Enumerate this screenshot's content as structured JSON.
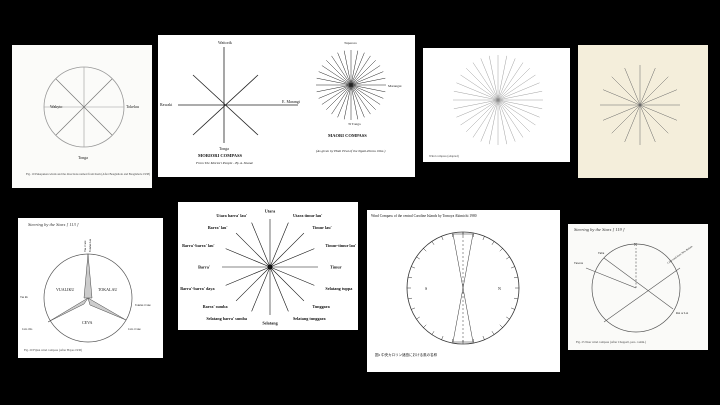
{
  "slide": {
    "panels": [
      {
        "id": "polynesian",
        "caption": "Fig. 10 Pukapukan winds and the directions named from them (After Beaglehole and Beaglehole 1938)",
        "labels": [
          "Tokelau",
          "Wakyto",
          "Tonga"
        ]
      },
      {
        "id": "moriori",
        "left_title": "MORIORI COMPASS",
        "left_subtitle": "From The Moriori People - By A. Shand.",
        "right_title": "MAORI COMPASS",
        "right_subtitle": "(As given by Hoki Tirai of the Ngati-Porou tribe.)",
        "labels": [
          "Waitorik",
          "Tonga",
          "Rawaki",
          "E. Marangi",
          "Tuparoro",
          "Ti Tonga",
          "Marangai"
        ]
      },
      {
        "id": "starburst",
        "caption": "Wind compass (adapted)"
      },
      {
        "id": "cream-compass"
      },
      {
        "id": "fijian",
        "header": "Steering by the Stars  [ 113 ]",
        "caption": "Fig. 20 Fijian wind compass (After Hayes 1930)",
        "sectors": [
          "VUALIKU",
          "TOKALAU",
          "CEVA"
        ],
        "labels": [
          "Vua i Cake",
          "Tokalau Lau",
          "Vua Ra",
          "Tokalau i Cake",
          "Ceva i Ra",
          "Ceva i Cake"
        ]
      },
      {
        "id": "malay",
        "labels": [
          "Utara",
          "Utara timur lau'",
          "Timur lau'",
          "Timur-timur lau'",
          "Timur",
          "Selatang tuppa",
          "Tunggara",
          "Selatang tunggara",
          "Selatang",
          "Selatang barra' sumba",
          "Barra' sumba",
          "Barra'-barra' daya",
          "Barra'",
          "Barra'-barra' lau'",
          "Barra' lau'",
          "Utara barra' lau'"
        ]
      },
      {
        "id": "caroline",
        "title": "Wind Compass of the central Caroline Islands by Tomoya Akimichi 1980",
        "labels": [
          "S",
          "N"
        ],
        "caption": "図2 中央カロリン諸島における風の名称"
      },
      {
        "id": "nuer",
        "header": "Steering by the Stars  [ 119 ]",
        "caption": "Fig. 25 Nuer wind compass (After Chappell, pers. comm.)",
        "labels": [
          "N",
          "Tubu",
          "Tuwere",
          "Cold wind from New Britain",
          "Rai or Lai"
        ]
      }
    ]
  }
}
